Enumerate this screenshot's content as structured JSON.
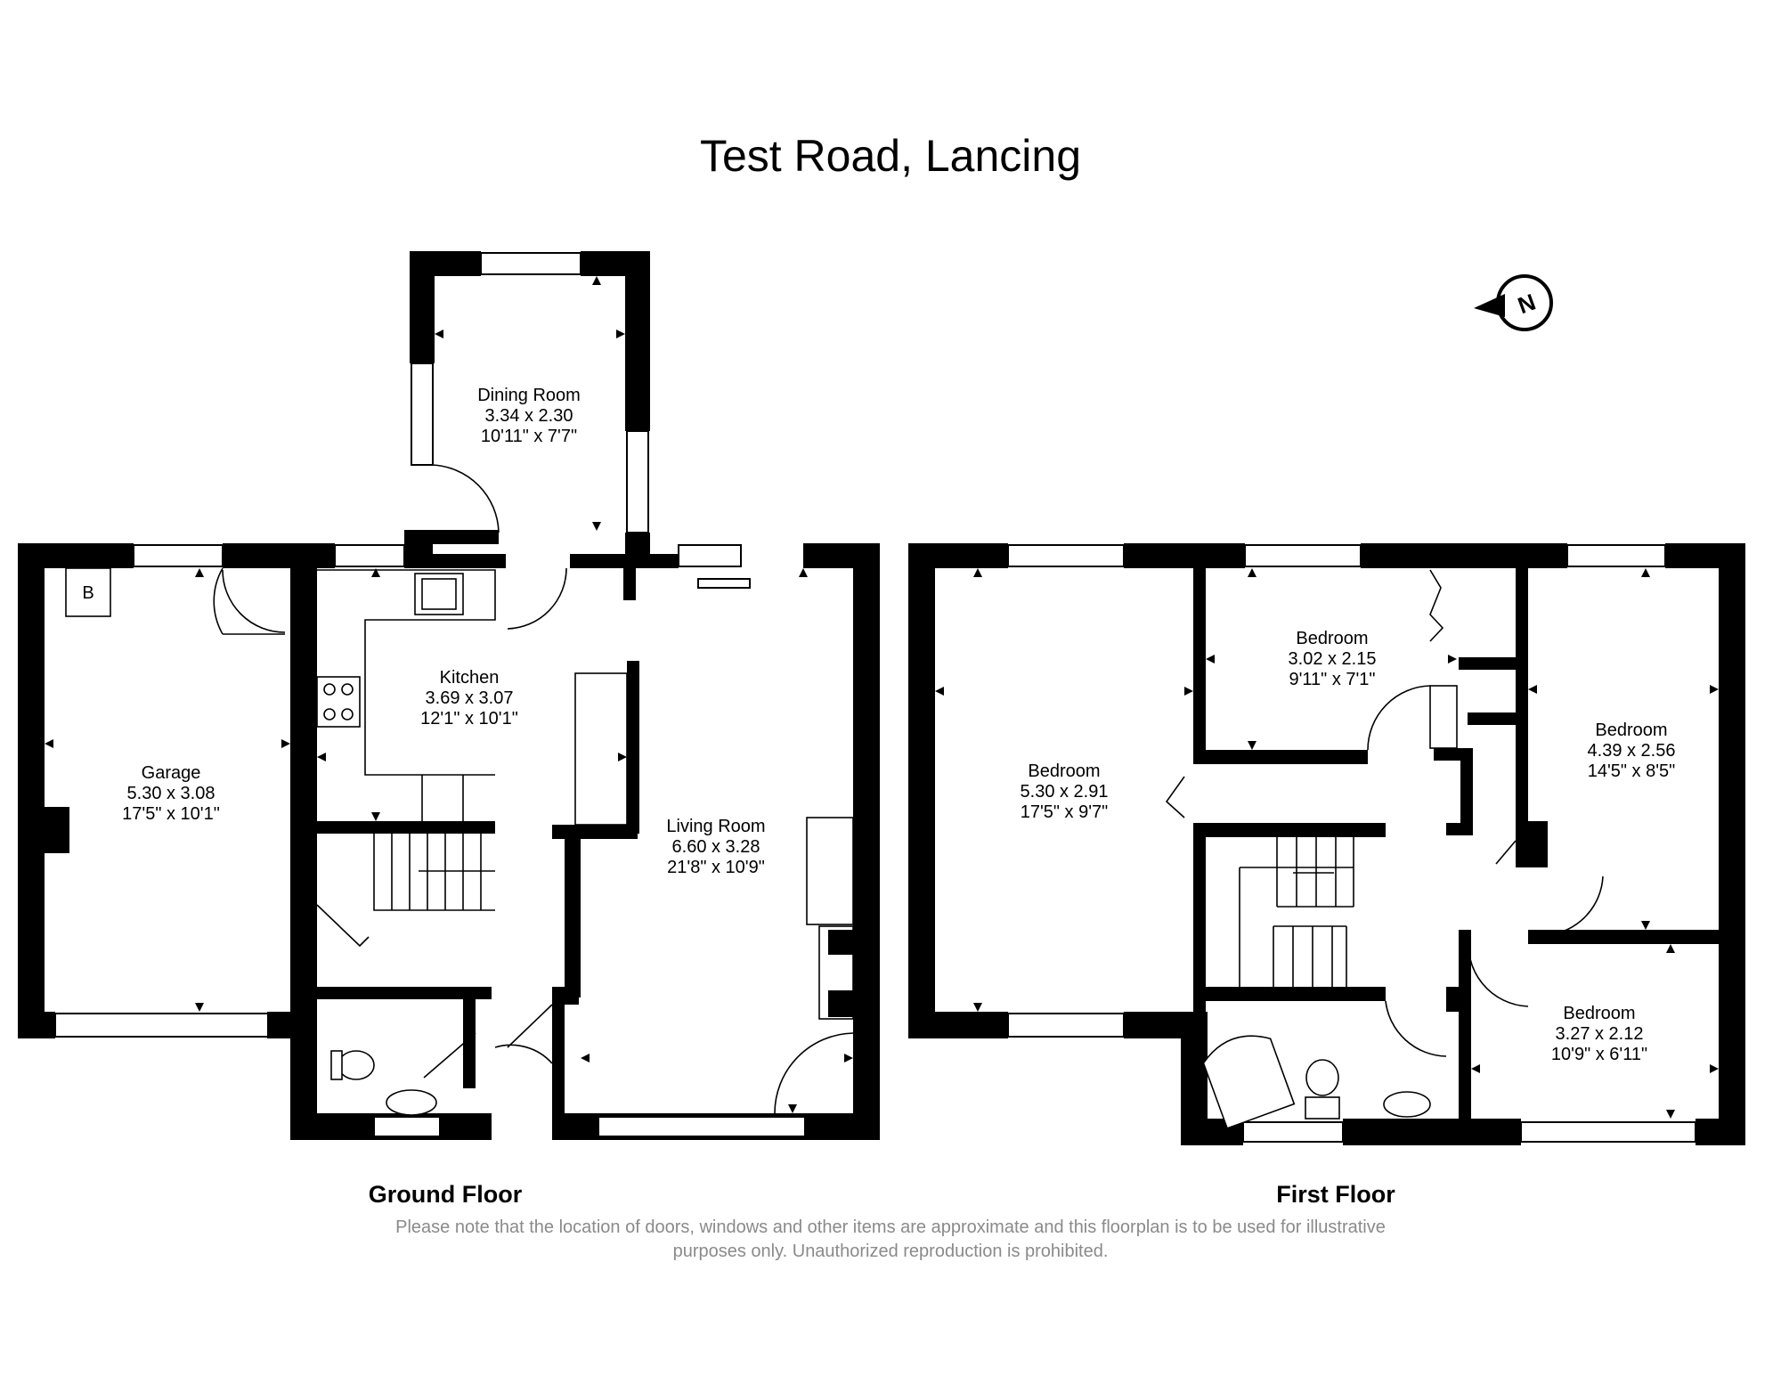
{
  "title": "Test Road, Lancing",
  "compass": {
    "icon": "north-compass-icon",
    "letter": "N"
  },
  "floors": [
    {
      "label": "Ground Floor",
      "rooms": [
        {
          "name": "Dining Room",
          "metric": "3.34 x 2.30",
          "imperial": "10'11\" x 7'7\""
        },
        {
          "name": "Kitchen",
          "metric": "3.69 x 3.07",
          "imperial": "12'1\" x 10'1\""
        },
        {
          "name": "Garage",
          "metric": "5.30 x 3.08",
          "imperial": "17'5\" x 10'1\""
        },
        {
          "name": "Living Room",
          "metric": "6.60 x 3.28",
          "imperial": "21'8\" x 10'9\""
        }
      ],
      "boiler_label": "B"
    },
    {
      "label": "First Floor",
      "rooms": [
        {
          "name": "Bedroom",
          "metric": "5.30 x 2.91",
          "imperial": "17'5\" x 9'7\""
        },
        {
          "name": "Bedroom",
          "metric": "3.02 x 2.15",
          "imperial": "9'11\" x 7'1\""
        },
        {
          "name": "Bedroom",
          "metric": "4.39 x 2.56",
          "imperial": "14'5\" x 8'5\""
        },
        {
          "name": "Bedroom",
          "metric": "3.27 x 2.12",
          "imperial": "10'9\" x 6'11\""
        }
      ]
    }
  ],
  "disclaimer": {
    "line1": "Please note that the location of doors, windows and other items are approximate and this floorplan is to be used for illustrative",
    "line2": "purposes only. Unauthorized reproduction is prohibited."
  }
}
